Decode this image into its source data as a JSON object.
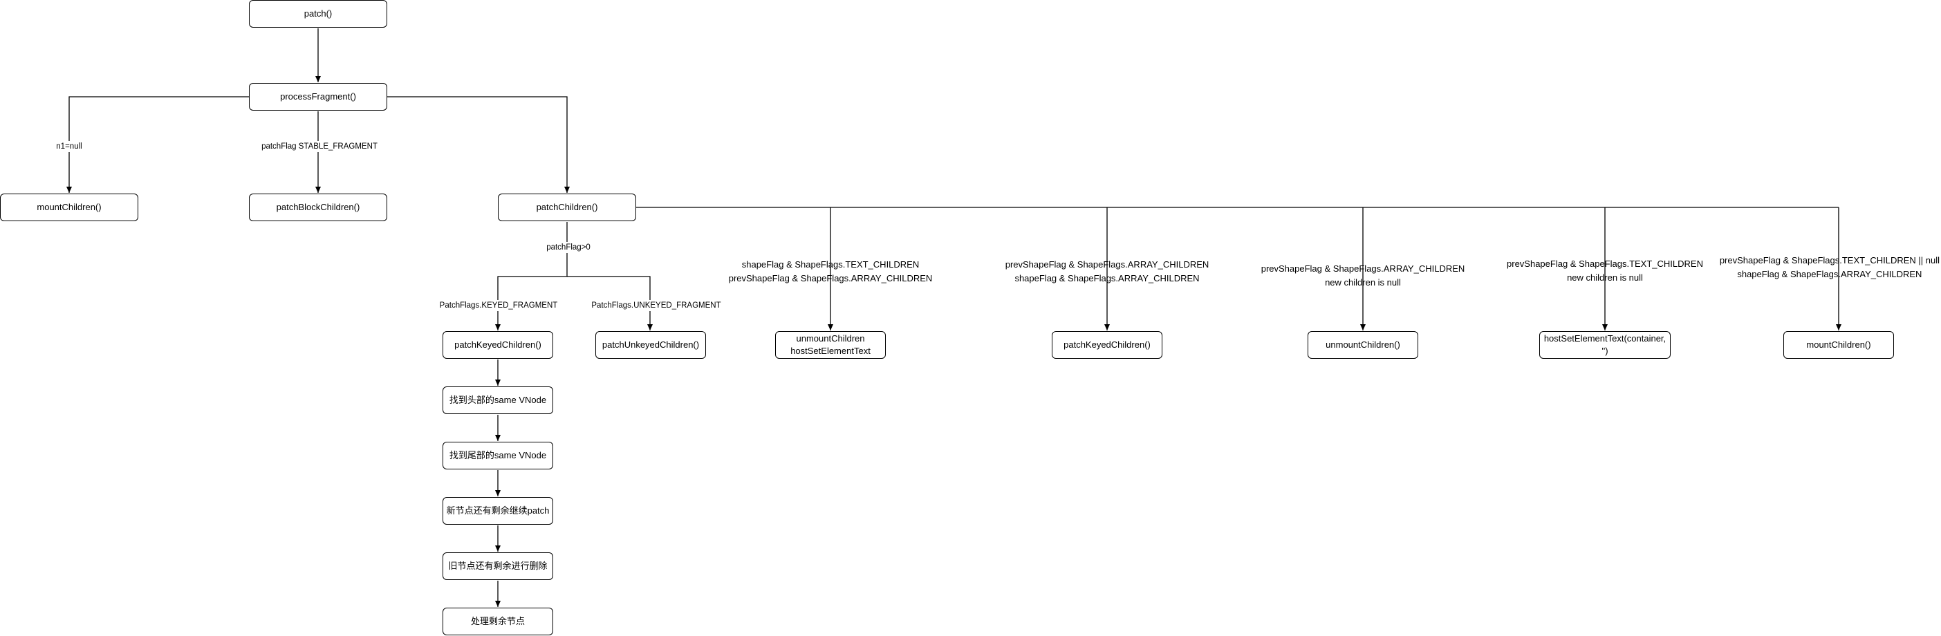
{
  "nodes": {
    "patch": "patch()",
    "processFragment": "processFragment()",
    "mountChildren1": "mountChildren()",
    "patchBlockChildren": "patchBlockChildren()",
    "patchChildren": "patchChildren()",
    "patchKeyedChildren1": "patchKeyedChildren()",
    "patchUnkeyedChildren": "patchUnkeyedChildren()",
    "unmountChildrenHost_line1": "unmountChildren",
    "unmountChildrenHost_line2": "hostSetElementText",
    "patchKeyedChildren2": "patchKeyedChildren()",
    "unmountChildren": "unmountChildren()",
    "hostSetElementText": "hostSetElementText(container, '')",
    "mountChildren2": "mountChildren()",
    "step1": "找到头部的same VNode",
    "step2": "找到尾部的same VNode",
    "step3": "新节点还有剩余继续patch",
    "step4": "旧节点还有剩余进行删除",
    "step5": "处理剩余节点"
  },
  "labels": {
    "n1null": "n1=null",
    "stableFragment": "patchFlag STABLE_FRAGMENT",
    "patchFlagGt0": "patchFlag>0",
    "keyedFragment": "PatchFlags.KEYED_FRAGMENT",
    "unkeyedFragment": "PatchFlags.UNKEYED_FRAGMENT",
    "cond1_line1": "shapeFlag & ShapeFlags.TEXT_CHILDREN",
    "cond1_line2": "prevShapeFlag & ShapeFlags.ARRAY_CHILDREN",
    "cond2_line1": "prevShapeFlag & ShapeFlags.ARRAY_CHILDREN",
    "cond2_line2": "shapeFlag & ShapeFlags.ARRAY_CHILDREN",
    "cond3_line1": "prevShapeFlag & ShapeFlags.ARRAY_CHILDREN",
    "cond3_line2": "new children is null",
    "cond4_line1": "prevShapeFlag & ShapeFlags.TEXT_CHILDREN",
    "cond4_line2": "new children is null",
    "cond5_line1": "prevShapeFlag & ShapeFlags.TEXT_CHILDREN || null",
    "cond5_line2": "shapeFlag & ShapeFlags.ARRAY_CHILDREN"
  },
  "colors": {
    "stroke": "#000000",
    "background": "#ffffff"
  }
}
